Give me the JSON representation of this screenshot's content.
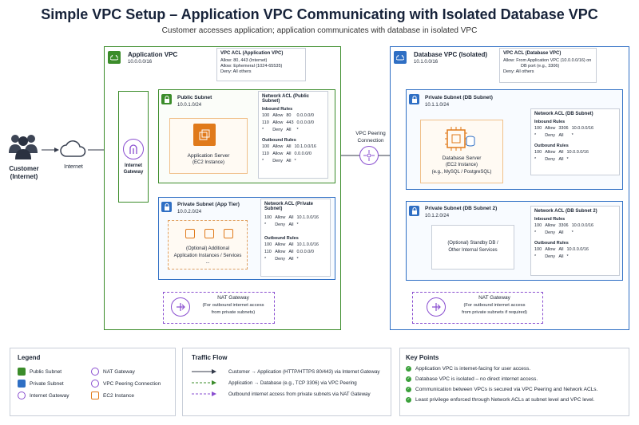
{
  "title": "Simple VPC Setup – Application VPC Communicating with Isolated Database VPC",
  "subtitle": "Customer accesses application; application communicates with database in isolated VPC",
  "customer": {
    "label1": "Customer",
    "label2": "(Internet)"
  },
  "internet": {
    "label": "Internet"
  },
  "igw": {
    "label1": "Internet",
    "label2": "Gateway"
  },
  "app_vpc": {
    "title": "Application VPC",
    "cidr": "10.0.0.0/16",
    "acl": {
      "title": "VPC ACL (Application VPC)",
      "lines": [
        "Allow:  80, 443 (Internet)",
        "Allow:  Ephemeral (1024-65535)",
        "Deny:   All others"
      ]
    },
    "public_subnet": {
      "title": "Public Subnet",
      "cidr": "10.0.1.0/24",
      "server_label": "Application Server",
      "server_sub": "(EC2 Instance)",
      "acl": {
        "title": "Network ACL (Public Subnet)",
        "inbound": "Inbound Rules",
        "in_rows": [
          [
            "100",
            "Allow",
            "80",
            "0.0.0.0/0"
          ],
          [
            "110",
            "Allow",
            "443",
            "0.0.0.0/0"
          ],
          [
            "*",
            "Deny",
            "All",
            "*"
          ]
        ],
        "outbound": "Outbound Rules",
        "out_rows": [
          [
            "100",
            "Allow",
            "All",
            "10.1.0.0/16"
          ],
          [
            "110",
            "Allow",
            "All",
            "0.0.0.0/0"
          ],
          [
            "*",
            "Deny",
            "All",
            "*"
          ]
        ]
      }
    },
    "private_subnet": {
      "title": "Private Subnet (App Tier)",
      "cidr": "10.0.2.0/24",
      "text1": "(Optional) Additional",
      "text2": "Application Instances / Services",
      "text3": "...",
      "acl": {
        "title": "Network ACL (Private Subnet)",
        "in_rows": [
          [
            "100",
            "Allow",
            "All",
            "10.1.0.0/16"
          ],
          [
            "*",
            "Deny",
            "All",
            "*"
          ]
        ],
        "outbound": "Outbound Rules",
        "out_rows": [
          [
            "100",
            "Allow",
            "All",
            "10.1.0.0/16"
          ],
          [
            "110",
            "Allow",
            "All",
            "0.0.0.0/0"
          ],
          [
            "*",
            "Deny",
            "All",
            "*"
          ]
        ]
      }
    },
    "nat": {
      "title": "NAT Gateway",
      "sub1": "(For outbound internet access",
      "sub2": "from private subnets)"
    }
  },
  "peering": {
    "label1": "VPC Peering",
    "label2": "Connection"
  },
  "db_vpc": {
    "title": "Database VPC (Isolated)",
    "cidr": "10.1.0.0/16",
    "acl": {
      "title": "VPC ACL (Database VPC)",
      "lines": [
        "Allow:  From Application VPC (10.0.0.0/16) on",
        "DB port (e.g., 3306)",
        "Deny:   All others"
      ]
    },
    "db_subnet": {
      "title": "Private Subnet (DB Subnet)",
      "cidr": "10.1.1.0/24",
      "server1": "Database Server",
      "server2": "(EC2 Instance)",
      "server3": "(e.g., MySQL / PostgreSQL)",
      "acl": {
        "title": "Network ACL (DB Subnet)",
        "inbound": "Inbound Rules",
        "in_rows": [
          [
            "100",
            "Allow",
            "3306",
            "10.0.0.0/16"
          ],
          [
            "*",
            "Deny",
            "All",
            "*"
          ]
        ],
        "outbound": "Outbound Rules",
        "out_rows": [
          [
            "100",
            "Allow",
            "All",
            "10.0.0.0/16"
          ],
          [
            "*",
            "Deny",
            "All",
            "*"
          ]
        ]
      }
    },
    "db_subnet2": {
      "title": "Private Subnet (DB Subnet 2)",
      "cidr": "10.1.2.0/24",
      "text1": "(Optional) Standby DB /",
      "text2": "Other Internal Services",
      "acl": {
        "title": "Network ACL (DB Subnet 2)",
        "inbound": "Inbound Rules",
        "in_rows": [
          [
            "100",
            "Allow",
            "3306",
            "10.0.0.0/16"
          ],
          [
            "*",
            "Deny",
            "All",
            "*"
          ]
        ],
        "outbound": "Outbound Rules",
        "out_rows": [
          [
            "100",
            "Allow",
            "All",
            "10.0.0.0/16"
          ],
          [
            "*",
            "Deny",
            "All",
            "*"
          ]
        ]
      }
    },
    "nat": {
      "title": "NAT Gateway",
      "sub1": "(For outbound internet access",
      "sub2": "from private subnets if required)"
    }
  },
  "legend": {
    "title": "Legend",
    "items": [
      "Public Subnet",
      "Private Subnet",
      "Internet Gateway",
      "NAT Gateway",
      "VPC Peering Connection",
      "EC2 Instance"
    ]
  },
  "traffic": {
    "title": "Traffic Flow",
    "items": [
      "Customer → Application (HTTP/HTTPS 80/443) via Internet Gateway",
      "Application → Database (e.g., TCP 3306) via VPC Peering",
      "Outbound internet access from private subnets via NAT Gateway"
    ]
  },
  "keypoints": {
    "title": "Key Points",
    "items": [
      "Application VPC is internet-facing for user access.",
      "Database VPC is isolated – no direct internet access.",
      "Communication between VPCs is secured via VPC Peering and Network ACLs.",
      "Least privilege enforced through Network ACLs at subnet level and VPC level."
    ]
  },
  "colors": {
    "app_vpc": "#3b8c2a",
    "db_vpc": "#2f6fc4",
    "nat": "#8a4fd0",
    "ec2": "#e07a1b"
  }
}
